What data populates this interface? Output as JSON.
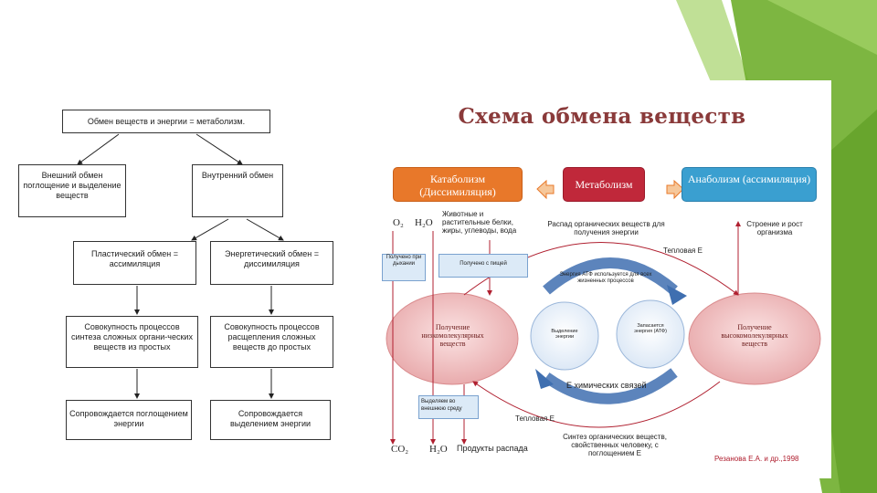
{
  "left_diagram": {
    "top": "Обмен веществ и энергии = метаболизм.",
    "external": "Внешний обмен поглощение и выделение веществ",
    "internal": "Внутренний обмен",
    "plastic": "Пластический обмен = ассимиляция",
    "energy": "Энергетический обмен = диссимиляция",
    "plastic_desc": "Совокупность процессов синтеза сложных органи-ческих веществ из простых",
    "energy_desc": "Совокупность процессов расщепления сложных веществ до простых",
    "plastic_energy": "Сопровождается поглощением энергии",
    "energy_energy": "Сопровождается выделением энергии"
  },
  "right_diagram": {
    "title": "Схема обмена веществ",
    "catabolism": "Катаболизм (Диссимиляция)",
    "metabolism": "Метаболизм",
    "anabolism": "Анаболизм (ассимиляция)",
    "o2": "O₂",
    "h2o_top": "H₂O",
    "food": "Животные и растительные белки, жиры, углеводы, вода",
    "breakdown": "Распад органических веществ для получения энергии",
    "structure": "Строение и рост организма",
    "heat_top": "Тепловая Е",
    "from_breath": "Получено при дыхании",
    "from_food": "Получено с пищей",
    "atp_use": "Энергия АТФ используется для всех жизненных процессов",
    "get_low": "Получение низкомолекулярных веществ",
    "release": "Выделение энергии",
    "store": "Запасается энергия (АТФ)",
    "get_high": "Получение высокомолекулярных веществ",
    "chem_bonds": "Е химических связей",
    "excrete": "Выделяем во внешнюю среду",
    "heat_bottom": "Тепловая Е",
    "synthesis": "Синтез органических веществ, свойственных человеку, с поглощением Е",
    "co2": "CO₂",
    "h2o_bottom": "H₂O",
    "decay": "Продукты распада",
    "author": "Резанова Е.А. и др.,1998"
  },
  "colors": {
    "catabolism": "#e8782a",
    "metabolism": "#c0283a",
    "anabolism": "#3a9fd0",
    "title": "#8a3a3a",
    "green_deco": "#8dc63f"
  }
}
